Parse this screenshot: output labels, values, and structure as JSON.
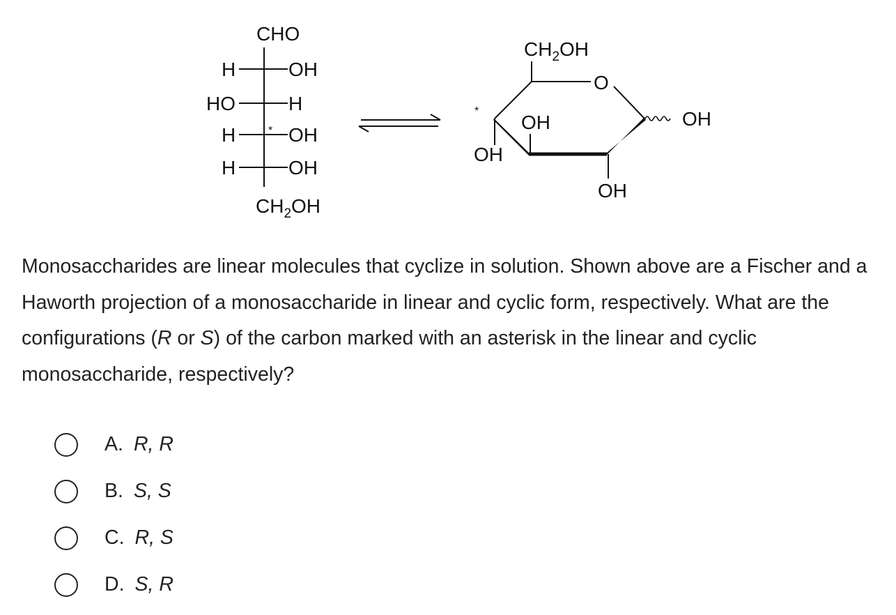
{
  "fischer": {
    "top_group": "CHO",
    "rows": [
      {
        "left": "H",
        "right": "OH"
      },
      {
        "left": "HO",
        "right": "H"
      },
      {
        "left": "H",
        "right": "OH"
      },
      {
        "left": "H",
        "right": "OH"
      }
    ],
    "asterisk": "*",
    "bottom_group_main": "CH",
    "bottom_group_sub": "2",
    "bottom_group_tail": "OH"
  },
  "haworth": {
    "ch2oh_main": "CH",
    "ch2oh_sub": "2",
    "ch2oh_tail": "OH",
    "ring_oxygen": "O",
    "c1_oh": "OH",
    "c2_oh": "OH",
    "c3_oh": "OH",
    "c4_oh": "OH",
    "asterisk": "*"
  },
  "question": {
    "part1": "Monosaccharides are linear molecules that cyclize in solution.  Shown above are a Fischer and a Haworth projection of a monosaccharide in linear and cyclic form, respectively.  What are the configurations (",
    "r": "R",
    "or": " or ",
    "s": "S",
    "part2": ") of the carbon marked with an asterisk in the linear and cyclic monosaccharide, respectively?"
  },
  "options": [
    {
      "letter": "A.",
      "answer": "R, R"
    },
    {
      "letter": "B.",
      "answer": "S, S"
    },
    {
      "letter": "C.",
      "answer": "R, S"
    },
    {
      "letter": "D.",
      "answer": "S, R"
    }
  ]
}
